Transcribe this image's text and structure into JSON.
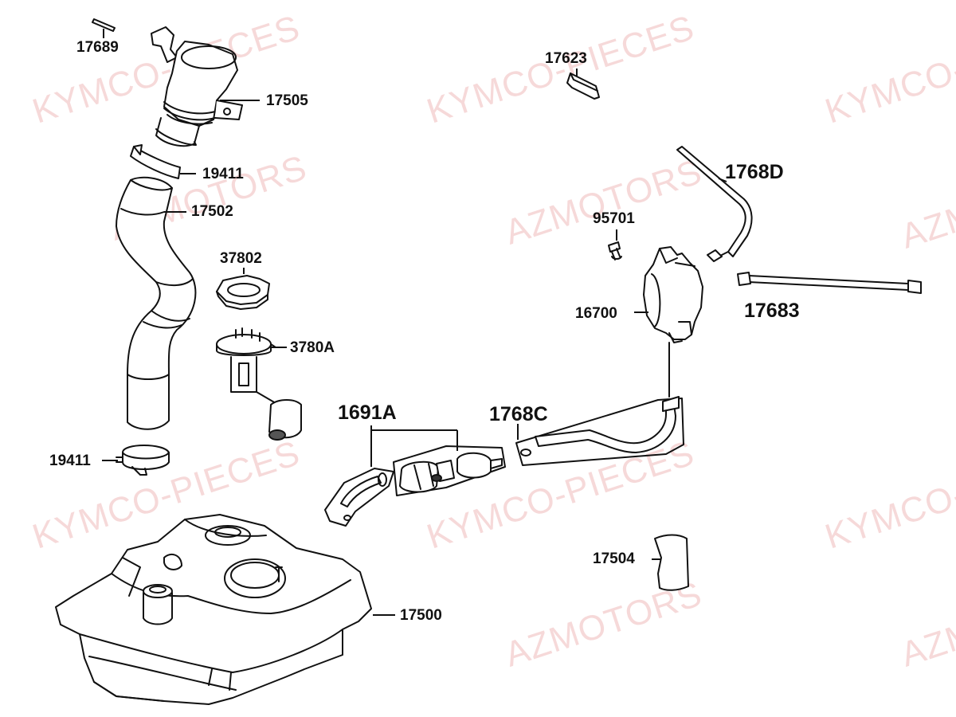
{
  "watermarks": {
    "kymco": "KYMCO-PIECES",
    "azmotors": "AZMOTORS",
    "azm_partial": "AZM"
  },
  "parts": {
    "p17689": "17689",
    "p17505": "17505",
    "p19411a": "19411",
    "p17502": "17502",
    "p37802": "37802",
    "p3780A": "3780A",
    "p19411b": "19411",
    "p17500": "17500",
    "p17623": "17623",
    "p1768D": "1768D",
    "p95701": "95701",
    "p16700": "16700",
    "p17683": "17683",
    "p1691A": "1691A",
    "p1768C": "1768C",
    "p17504": "17504"
  }
}
